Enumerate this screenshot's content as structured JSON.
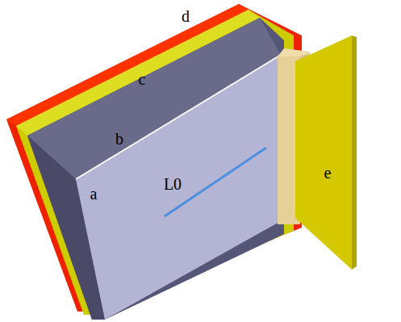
{
  "diagram": {
    "labels": [
      "d",
      "c",
      "b",
      "a",
      "L0",
      "e"
    ]
  }
}
